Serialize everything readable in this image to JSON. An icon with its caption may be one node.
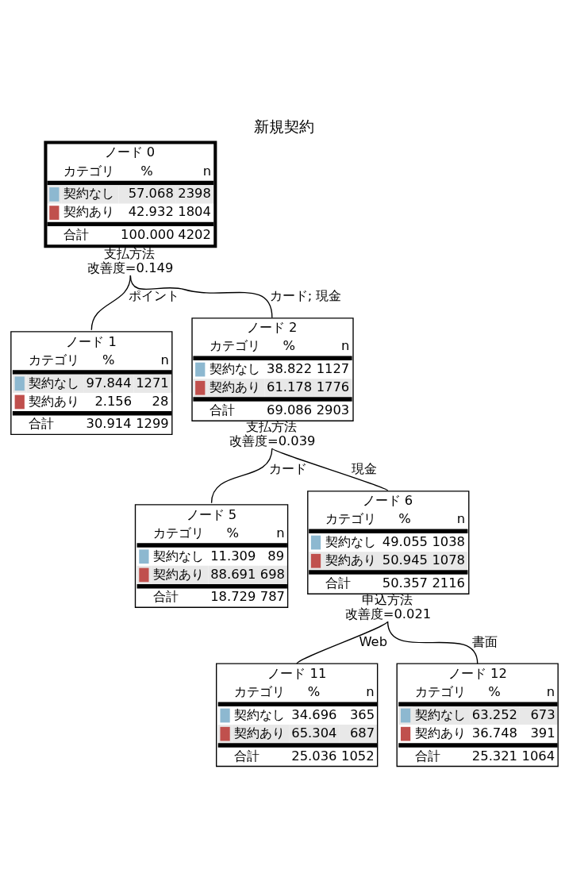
{
  "diagram": {
    "title": "新規契約",
    "nodes": [
      {
        "text": [
          "ノード 0",
          "カテゴリ",
          "%",
          "n",
          "契約なし",
          "57.068",
          "2398",
          "契約あり",
          "42.932",
          "1804",
          "合計",
          "100.000",
          "4202"
        ],
        "beside": [
          "支払方法",
          "改善度=0.149"
        ]
      },
      {
        "text": [
          "ノード 1",
          "カテゴリ",
          "%",
          "n",
          "契約なし",
          "97.844",
          "1271",
          "契約あり",
          "2.156",
          "28",
          "合計",
          "30.914",
          "1299"
        ]
      },
      {
        "text": [
          "ノード 2",
          "カテゴリ",
          "%",
          "n",
          "契約なし",
          "38.822",
          "1127",
          "契約あり",
          "61.178",
          "1776",
          "合計",
          "69.086",
          "2903"
        ],
        "beside": [
          "支払方法",
          "改善度=0.039"
        ]
      },
      {
        "text": [
          "ノード 5",
          "カテゴリ",
          "%",
          "n",
          "契約なし",
          "11.309",
          "89",
          "契約あり",
          "88.691",
          "698",
          "合計",
          "18.729",
          "787"
        ]
      },
      {
        "text": [
          "ノード 6",
          "カテゴリ",
          "%",
          "n",
          "契約なし",
          "49.055",
          "1038",
          "契約あり",
          "50.945",
          "1078",
          "合計",
          "50.357",
          "2116"
        ],
        "beside": [
          "申込方法",
          "改善度=0.021"
        ]
      },
      {
        "text": [
          "ノード 11",
          "カテゴリ",
          "%",
          "n",
          "契約なし",
          "34.696",
          "365",
          "契約あり",
          "65.304",
          "687",
          "合計",
          "25.036",
          "1052"
        ]
      },
      {
        "text": [
          "ノード 12",
          "カテゴリ",
          "%",
          "n",
          "契約なし",
          "63.252",
          "673",
          "契約あり",
          "36.748",
          "391",
          "合計",
          "25.321",
          "1064"
        ]
      }
    ],
    "edges": [
      {
        "from": 0,
        "to": 1,
        "arrow": "none",
        "label": "ポイント"
      },
      {
        "from": 0,
        "to": 2,
        "arrow": "none",
        "label": "カード; 現金"
      },
      {
        "from": 2,
        "to": 3,
        "arrow": "none",
        "label": "カード"
      },
      {
        "from": 2,
        "to": 4,
        "arrow": "none",
        "label": "現金"
      },
      {
        "from": 4,
        "to": 5,
        "arrow": "none",
        "label": "Web"
      },
      {
        "from": 4,
        "to": 6,
        "arrow": "none",
        "label": "書面"
      }
    ]
  }
}
